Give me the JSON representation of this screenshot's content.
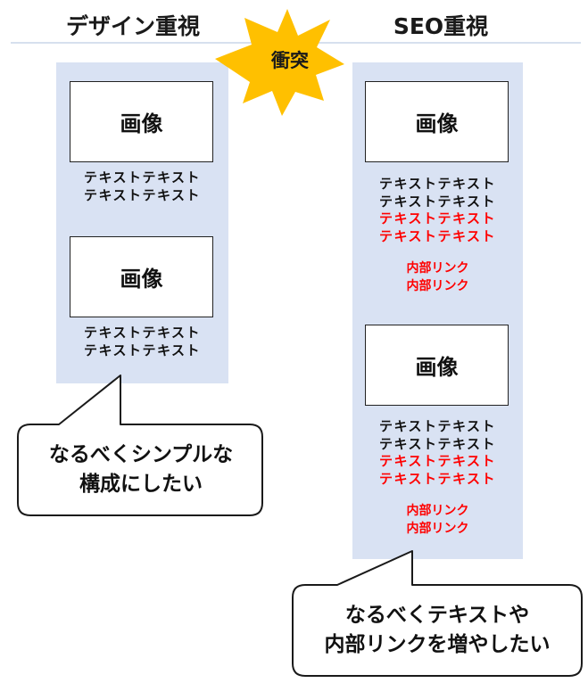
{
  "left_column": {
    "heading": "デザイン重視",
    "blocks": [
      {
        "image_label": "画像",
        "lines": [
          "テキストテキスト",
          "テキストテキスト"
        ]
      },
      {
        "image_label": "画像",
        "lines": [
          "テキストテキスト",
          "テキストテキスト"
        ]
      }
    ],
    "callout": [
      "なるべくシンプルな",
      "構成にしたい"
    ]
  },
  "right_column": {
    "heading": "SEO重視",
    "blocks": [
      {
        "image_label": "画像",
        "black_lines": [
          "テキストテキスト",
          "テキストテキスト"
        ],
        "red_lines": [
          "テキストテキスト",
          "テキストテキスト"
        ],
        "links": [
          "内部リンク",
          "内部リンク"
        ]
      },
      {
        "image_label": "画像",
        "black_lines": [
          "テキストテキスト",
          "テキストテキスト"
        ],
        "red_lines": [
          "テキストテキスト",
          "テキストテキスト"
        ],
        "links": [
          "内部リンク",
          "内部リンク"
        ]
      }
    ],
    "callout": [
      "なるべくテキストや",
      "内部リンクを増やしたい"
    ]
  },
  "conflict_label": "衝突",
  "colors": {
    "panel": "#d9e2f3",
    "emphasis_text": "#ff0000",
    "burst": "#ffc000",
    "divider": "#d6e0ee"
  }
}
